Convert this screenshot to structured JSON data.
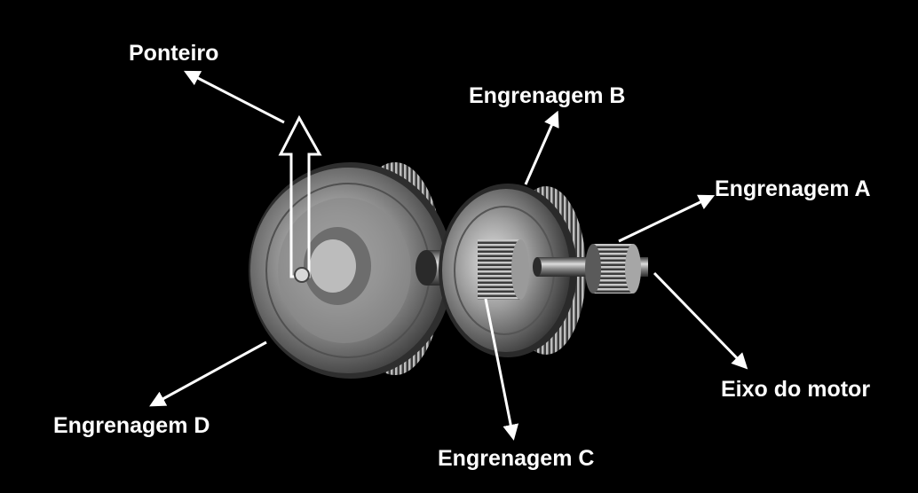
{
  "diagram": {
    "background_color": "#000000",
    "label_color": "#ffffff",
    "labels": {
      "ponteiro": "Ponteiro",
      "engrenagem_a": "Engrenagem A",
      "engrenagem_b": "Engrenagem B",
      "engrenagem_c": "Engrenagem C",
      "engrenagem_d": "Engrenagem D",
      "eixo_motor": "Eixo do motor"
    }
  }
}
